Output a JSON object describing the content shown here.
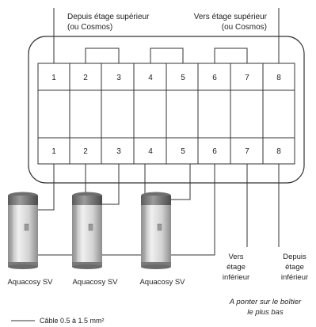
{
  "top_labels": {
    "left": [
      "Depuis étage supérieur",
      "(ou Cosmos)"
    ],
    "right": [
      "Vers étage supérieur",
      "(ou Cosmos)"
    ]
  },
  "terminal_numbers": [
    "1",
    "2",
    "3",
    "4",
    "5",
    "6",
    "7",
    "8"
  ],
  "units": [
    {
      "label": "Aquacosy SV"
    },
    {
      "label": "Aquacosy SV"
    },
    {
      "label": "Aquacosy SV"
    }
  ],
  "side_labels": {
    "to_lower": [
      "Vers",
      "étage",
      "inférieur"
    ],
    "from_lower": [
      "Depuis",
      "étage",
      "inférieur"
    ]
  },
  "bridge_note": [
    "A ponter sur le boîtier",
    "le plus bas"
  ],
  "legend": {
    "cable_label": "Câble 0.5 à 1.5 mm²"
  },
  "colors": {
    "line": "#333333",
    "unit_body": "#d9d9d9"
  }
}
